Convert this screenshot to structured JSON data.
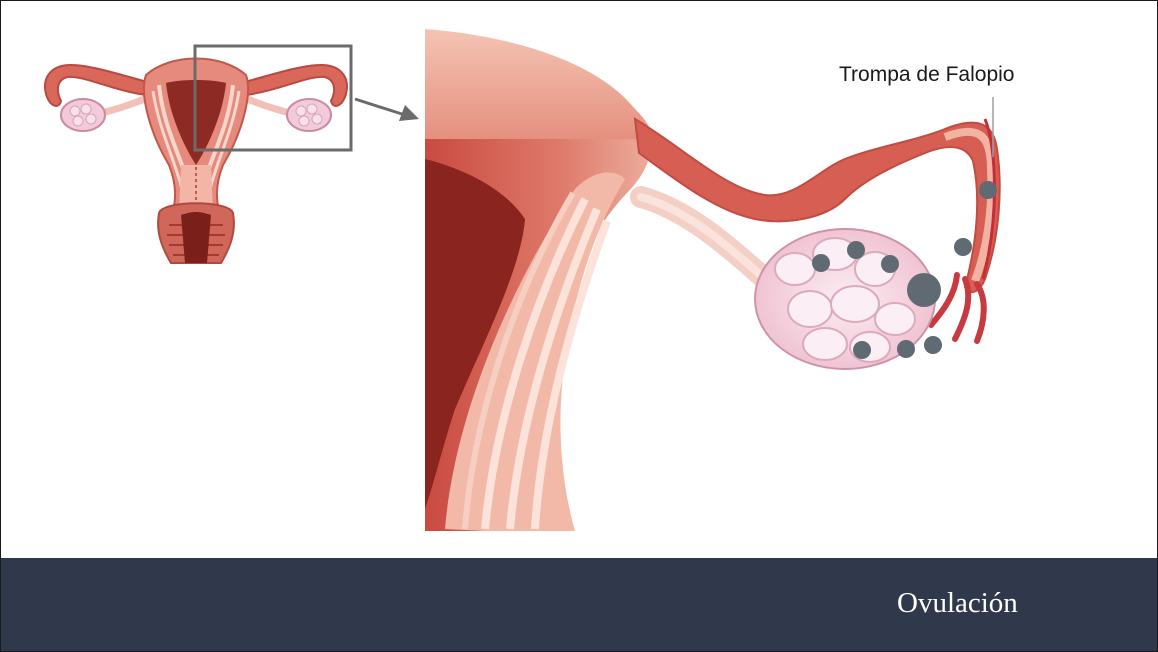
{
  "label": {
    "fallopian_tube": "Trompa de Falopio"
  },
  "footer": {
    "title": "Ovulación"
  },
  "icons": {
    "arrow": "right-arrow-icon",
    "marker": "dot-marker"
  },
  "colors": {
    "footer_bg": "#30394c",
    "marker": "#5f6a72",
    "frame": "#6b6b6b",
    "tissue_dark": "#c8544a",
    "tissue_light": "#ecab9b",
    "ovary": "#f2cad9"
  }
}
